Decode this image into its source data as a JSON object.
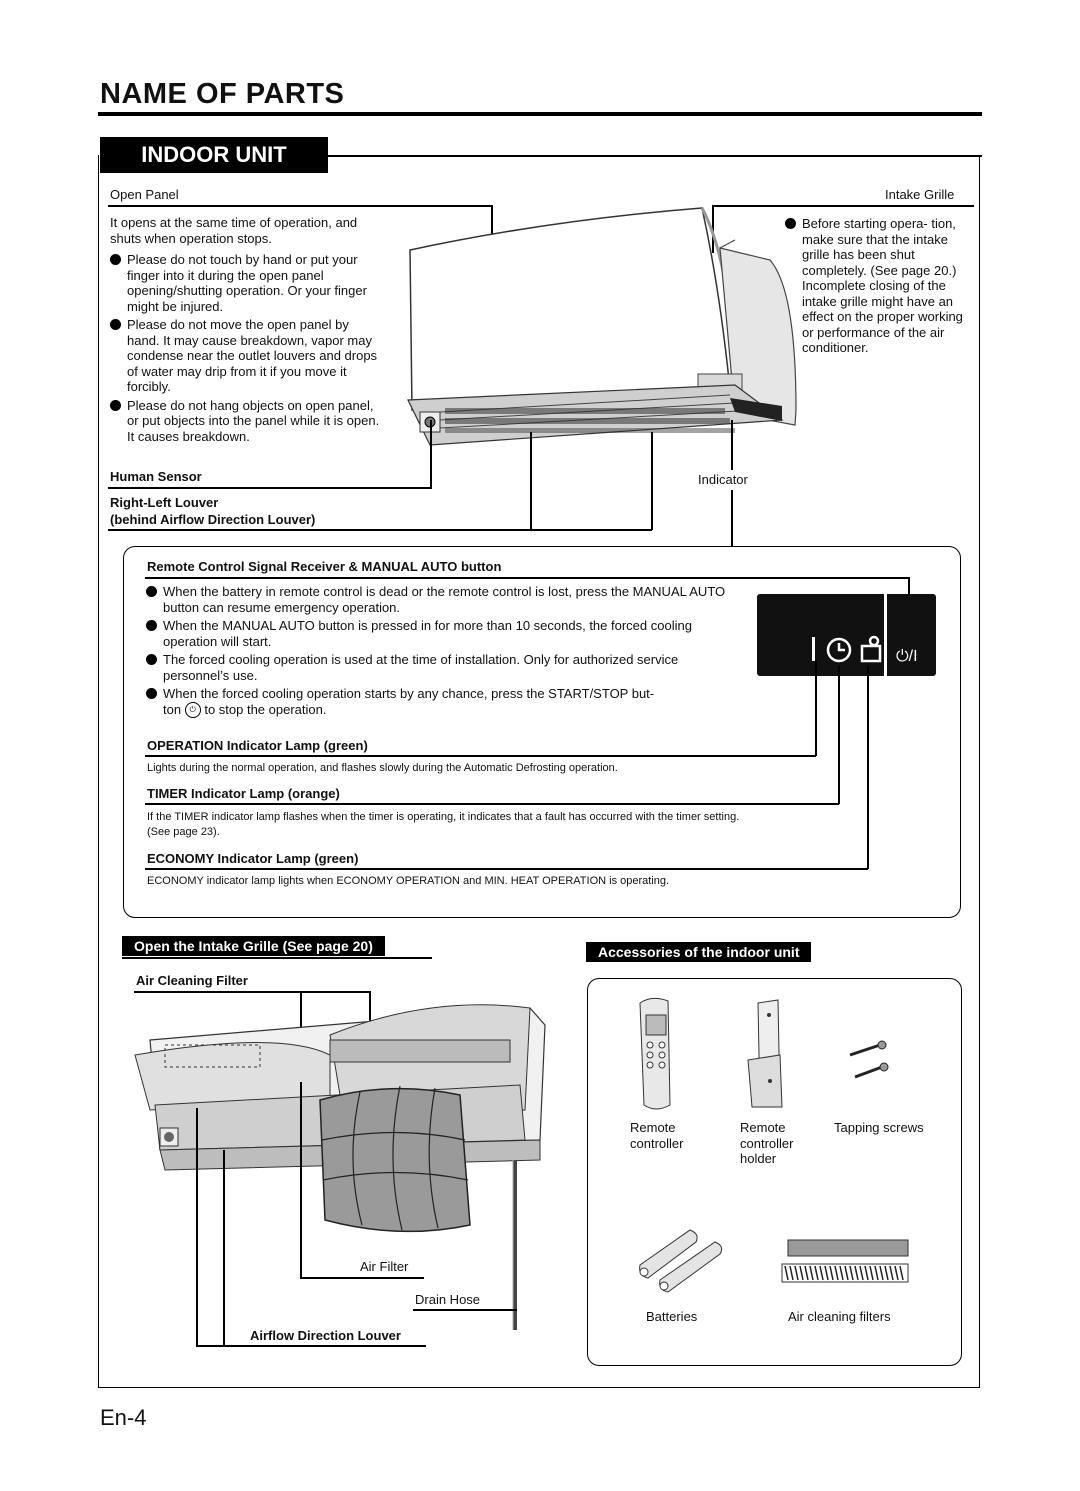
{
  "header": {
    "title": "NAME OF PARTS",
    "section": "INDOOR UNIT"
  },
  "open_panel": {
    "label": "Open Panel",
    "intro": "It opens at the same time of operation, and shuts when operation stops.",
    "bullets": [
      "Please do not touch by hand or put your finger into it during the open panel opening/shutting operation. Or your finger might be injured.",
      "Please do not move the open panel by hand. It may cause breakdown, vapor may condense near the outlet louvers and drops of water may drip from it if you move it forcibly.",
      "Please do not hang objects on open panel, or put objects into the panel while it is open. It causes breakdown."
    ]
  },
  "intake_grille": {
    "label": "Intake Grille",
    "bullet": "Before starting opera- tion, make sure that the intake grille has been shut completely. (See page 20.) Incomplete closing of the intake grille might have an effect on the proper working or performance of the air conditioner."
  },
  "labels": {
    "human_sensor": "Human Sensor",
    "right_left_louver": "Right-Left Louver",
    "behind_louver": "(behind Airflow Direction Louver)",
    "indicator": "Indicator"
  },
  "receiver": {
    "label": "Remote Control Signal Receiver & MANUAL AUTO button",
    "bullets": [
      "When the battery in remote control is dead or the remote control is lost, press the MANUAL AUTO button can resume emergency operation.",
      "When the MANUAL AUTO button is pressed in for more than 10 seconds, the forced cooling operation will start.",
      "The forced cooling operation is used at the time of installation. Only for authorized service personnel’s use."
    ],
    "last_bullet_a": "When the forced cooling operation starts by any chance, press the START/STOP but-",
    "last_bullet_b1": "ton",
    "last_bullet_b2": "to stop the operation."
  },
  "lamps": [
    {
      "label": "OPERATION Indicator Lamp (green)",
      "desc": "Lights during the normal operation, and flashes slowly during the Automatic Defrosting operation."
    },
    {
      "label": "TIMER Indicator Lamp (orange)",
      "desc": "If the TIMER indicator lamp flashes when the timer is operating, it indicates that a fault has occurred with the timer setting. (See page 23)."
    },
    {
      "label": "ECONOMY Indicator Lamp (green)",
      "desc": "ECONOMY indicator lamp lights when ECONOMY OPERATION and MIN. HEAT OPERATION is operating."
    }
  ],
  "intake_section": {
    "title": "Open the Intake Grille (See page 20)",
    "air_cleaning_filter": "Air Cleaning Filter",
    "air_filter": "Air Filter",
    "drain_hose": "Drain Hose",
    "airflow_louver": "Airflow Direction Louver"
  },
  "accessories": {
    "title": "Accessories of the indoor unit",
    "remote": "Remote controller",
    "holder": "Remote controller holder",
    "screws": "Tapping screws",
    "batteries": "Batteries",
    "filters": "Air cleaning filters"
  },
  "footer": {
    "page": "En-4"
  }
}
